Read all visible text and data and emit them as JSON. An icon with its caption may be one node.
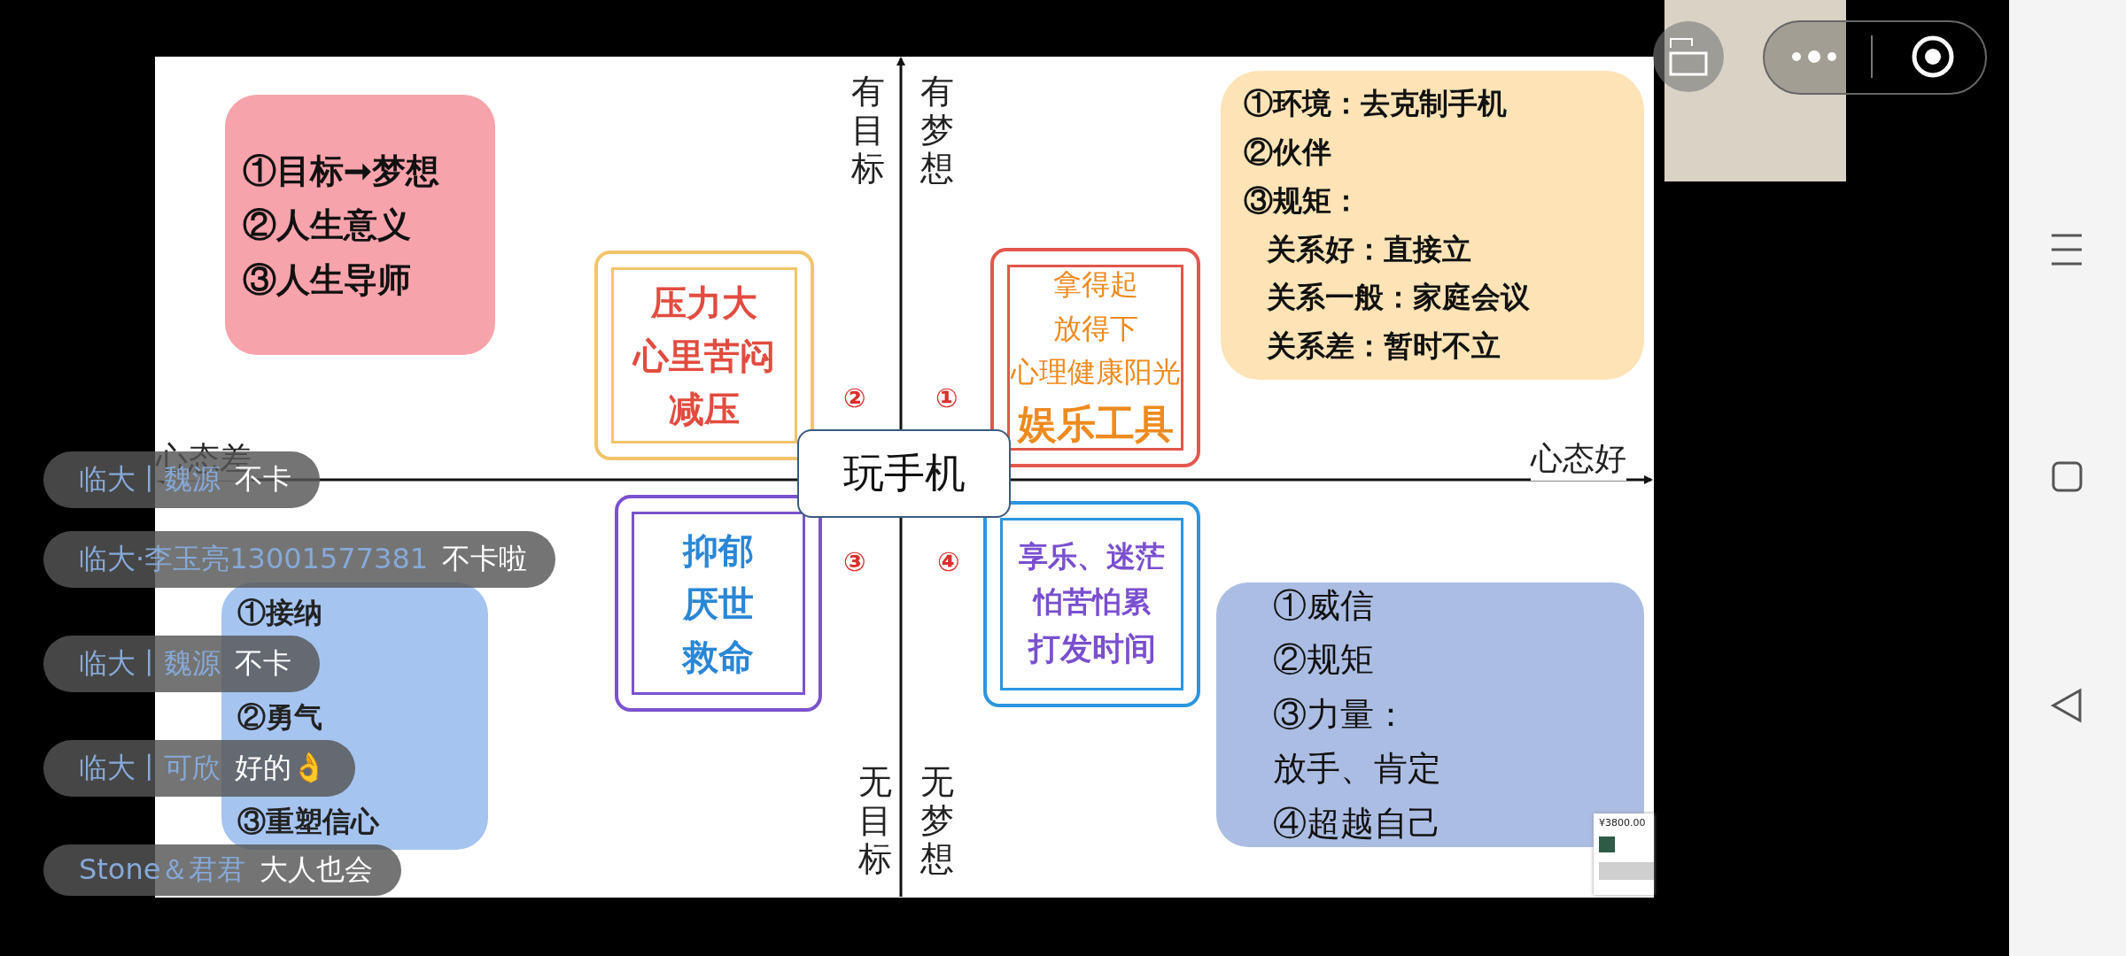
{
  "diagram": {
    "nodes": [
      {
        "text": [
          "①目标➞梦想",
          "②人生意义",
          "③人生导师"
        ]
      },
      {
        "text": [
          "压力大",
          "心里苦闷",
          "减压"
        ]
      },
      {
        "text": [
          "拿得起",
          "放得下",
          "心理健康阳光",
          "娱乐工具"
        ]
      },
      {
        "text": [
          "①环境：去克制手机",
          "②伙伴",
          "③规矩：",
          "关系好：直接立",
          "关系一般：家庭会议",
          "关系差：暂时不立"
        ]
      },
      {
        "text": [
          "玩手机"
        ]
      },
      {
        "text": [
          "①接纳",
          "②勇气",
          "③重塑信心"
        ]
      },
      {
        "text": [
          "抑郁",
          "厌世",
          "救命"
        ]
      },
      {
        "text": [
          "享乐、迷茫",
          "怕苦怕累",
          "打发时间"
        ]
      },
      {
        "text": [
          "①威信",
          "②规矩",
          "③力量：",
          "放手、肯定",
          "④超越自己"
        ]
      }
    ],
    "edges": [],
    "labels": [
      "有目标",
      "有梦想",
      "②",
      "①",
      "心态差",
      "心态好",
      "③",
      "④",
      "无目标",
      "无梦想",
      "临大丨魏源",
      "不卡",
      "临大·李玉亮13001577381",
      "不卡啦",
      "临大丨魏源",
      "不卡",
      "临大丨可欣",
      "好的👌",
      "Stone＆君君",
      "大人也会",
      "¥3800.00"
    ]
  }
}
